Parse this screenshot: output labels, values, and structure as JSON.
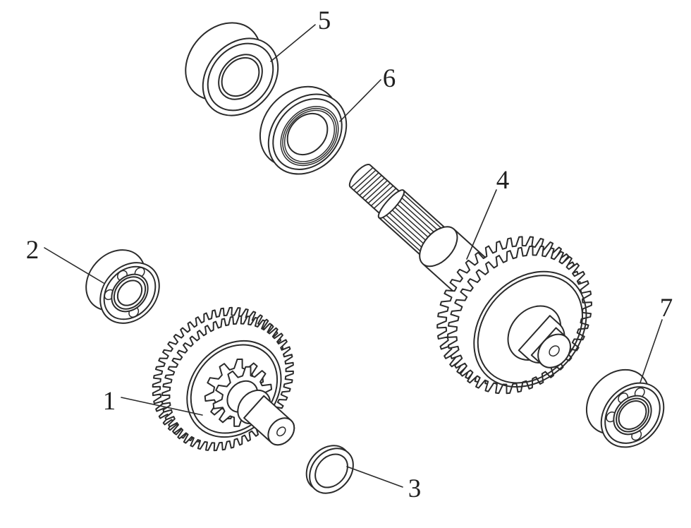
{
  "figure": {
    "background_color": "#ffffff",
    "line_color": "#2b2b2b",
    "label_color": "#1f1f1f"
  },
  "parts": [
    {
      "callout": "1",
      "name": "counter-gear-assembly"
    },
    {
      "callout": "2",
      "name": "ball-bearing-small"
    },
    {
      "callout": "3",
      "name": "washer"
    },
    {
      "callout": "4",
      "name": "gear-shaft-assembly"
    },
    {
      "callout": "5",
      "name": "ball-bearing-large"
    },
    {
      "callout": "6",
      "name": "oil-seal"
    },
    {
      "callout": "7",
      "name": "ball-bearing-output"
    }
  ]
}
